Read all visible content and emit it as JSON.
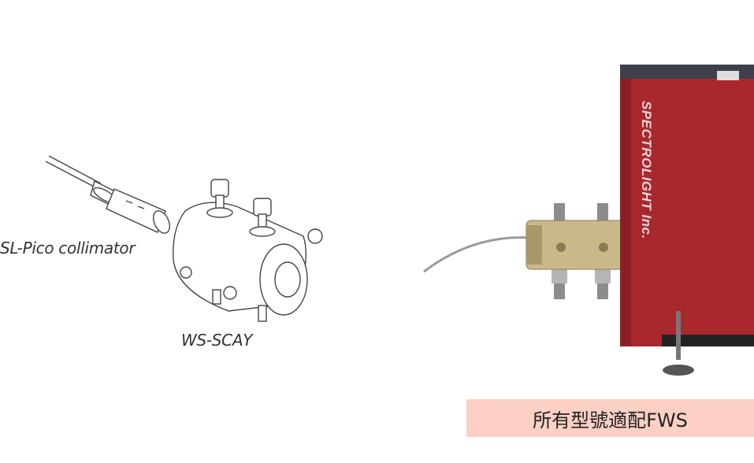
{
  "labels": {
    "collimator": "SL-Pico collimator",
    "mount": "WS-SCAY"
  },
  "product_photo": {
    "brand_text": "SPECTROLIGHT Inc."
  },
  "caption": "所有型號適配FWS",
  "colors": {
    "caption_bg": "#fcd0c4",
    "device_red": "#a8282e"
  }
}
